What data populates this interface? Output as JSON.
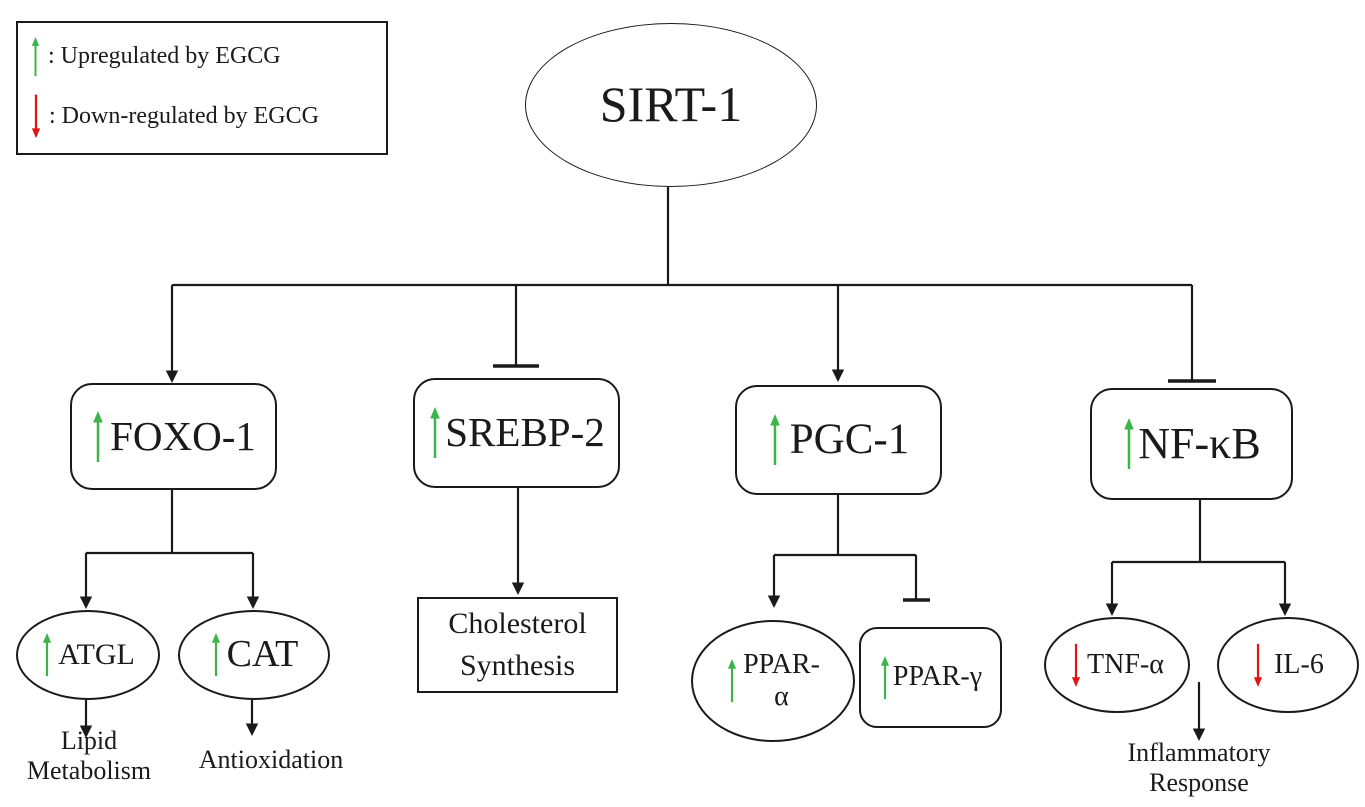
{
  "colors": {
    "up": "#3cb44b",
    "down": "#e31414",
    "ink": "#1a1a1a"
  },
  "legend": {
    "up_icon": "green-up-arrow",
    "up_label": ": Upregulated by EGCG",
    "down_icon": "red-down-arrow",
    "down_label": ": Down-regulated by EGCG"
  },
  "nodes": {
    "sirt1": {
      "label": "SIRT-1",
      "shape": "ellipse"
    },
    "foxo1": {
      "label": "FOXO-1",
      "shape": "rounded-box",
      "regulation": "up"
    },
    "srebp2": {
      "label": "SREBP-2",
      "shape": "rounded-box",
      "regulation": "up"
    },
    "pgc1": {
      "label": "PGC-1",
      "shape": "rounded-box",
      "regulation": "up"
    },
    "nfkb": {
      "label": "NF-κB",
      "shape": "rounded-box",
      "regulation": "up"
    },
    "atgl": {
      "label": "ATGL",
      "shape": "ellipse",
      "regulation": "up"
    },
    "cat": {
      "label": "CAT",
      "shape": "ellipse",
      "regulation": "up"
    },
    "cholesterol": {
      "label": "Cholesterol\nSynthesis",
      "shape": "box"
    },
    "ppar_alpha": {
      "label": "PPAR-\nα",
      "shape": "ellipse",
      "regulation": "up"
    },
    "ppar_gamma": {
      "label": "PPAR-γ",
      "shape": "rounded-box",
      "regulation": "up"
    },
    "tnf_alpha": {
      "label": "TNF-α",
      "shape": "ellipse",
      "regulation": "down"
    },
    "il6": {
      "label": "IL-6",
      "shape": "ellipse",
      "regulation": "down"
    },
    "lipid": {
      "label": "Lipid\nMetabolism",
      "shape": "text"
    },
    "antioxidation": {
      "label": "Antioxidation",
      "shape": "text"
    },
    "inflammatory": {
      "label": "Inflammatory\nResponse",
      "shape": "text"
    }
  },
  "edges": [
    {
      "from": "SIRT-1",
      "to": "FOXO-1",
      "type": "arrow"
    },
    {
      "from": "SIRT-1",
      "to": "SREBP-2",
      "type": "inhibition"
    },
    {
      "from": "SIRT-1",
      "to": "PGC-1",
      "type": "arrow"
    },
    {
      "from": "SIRT-1",
      "to": "NF-κB",
      "type": "inhibition"
    },
    {
      "from": "FOXO-1",
      "to": "ATGL",
      "type": "arrow"
    },
    {
      "from": "FOXO-1",
      "to": "CAT",
      "type": "arrow"
    },
    {
      "from": "ATGL",
      "to": "Lipid Metabolism",
      "type": "arrow"
    },
    {
      "from": "CAT",
      "to": "Antioxidation",
      "type": "arrow"
    },
    {
      "from": "SREBP-2",
      "to": "Cholesterol Synthesis",
      "type": "arrow"
    },
    {
      "from": "PGC-1",
      "to": "PPAR-α",
      "type": "arrow"
    },
    {
      "from": "PGC-1",
      "to": "PPAR-γ",
      "type": "inhibition"
    },
    {
      "from": "NF-κB",
      "to": "TNF-α",
      "type": "arrow"
    },
    {
      "from": "NF-κB",
      "to": "IL-6",
      "type": "arrow"
    },
    {
      "from": "TNF-α / IL-6",
      "to": "Inflammatory Response",
      "type": "arrow"
    }
  ]
}
